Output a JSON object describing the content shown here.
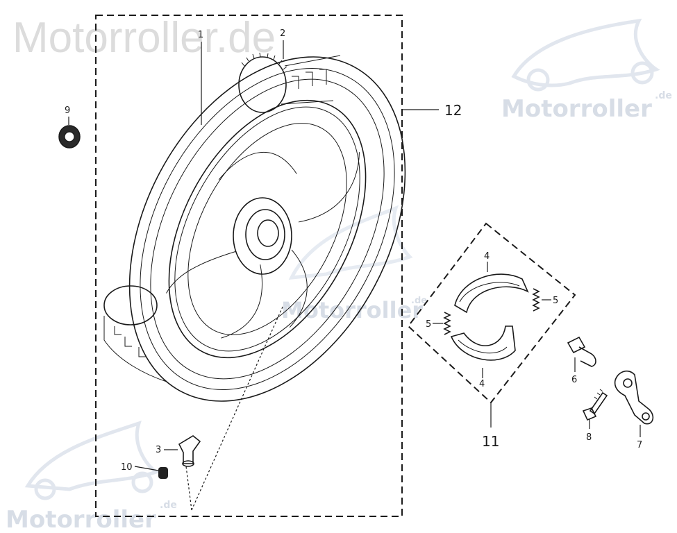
{
  "watermark": {
    "top_text": "Motorroller.de",
    "brand_text": "Motorroller",
    "tld_text": ".de"
  },
  "callouts": {
    "c1": "1",
    "c2": "2",
    "c3": "3",
    "c4a": "4",
    "c4b": "4",
    "c5a": "5",
    "c5b": "5",
    "c6": "6",
    "c7": "7",
    "c8": "8",
    "c9": "9",
    "c10": "10",
    "c11": "11",
    "c12": "12"
  },
  "colors": {
    "line": "#1a1a1a",
    "watermark": "#d7dde6",
    "background": "#ffffff"
  }
}
